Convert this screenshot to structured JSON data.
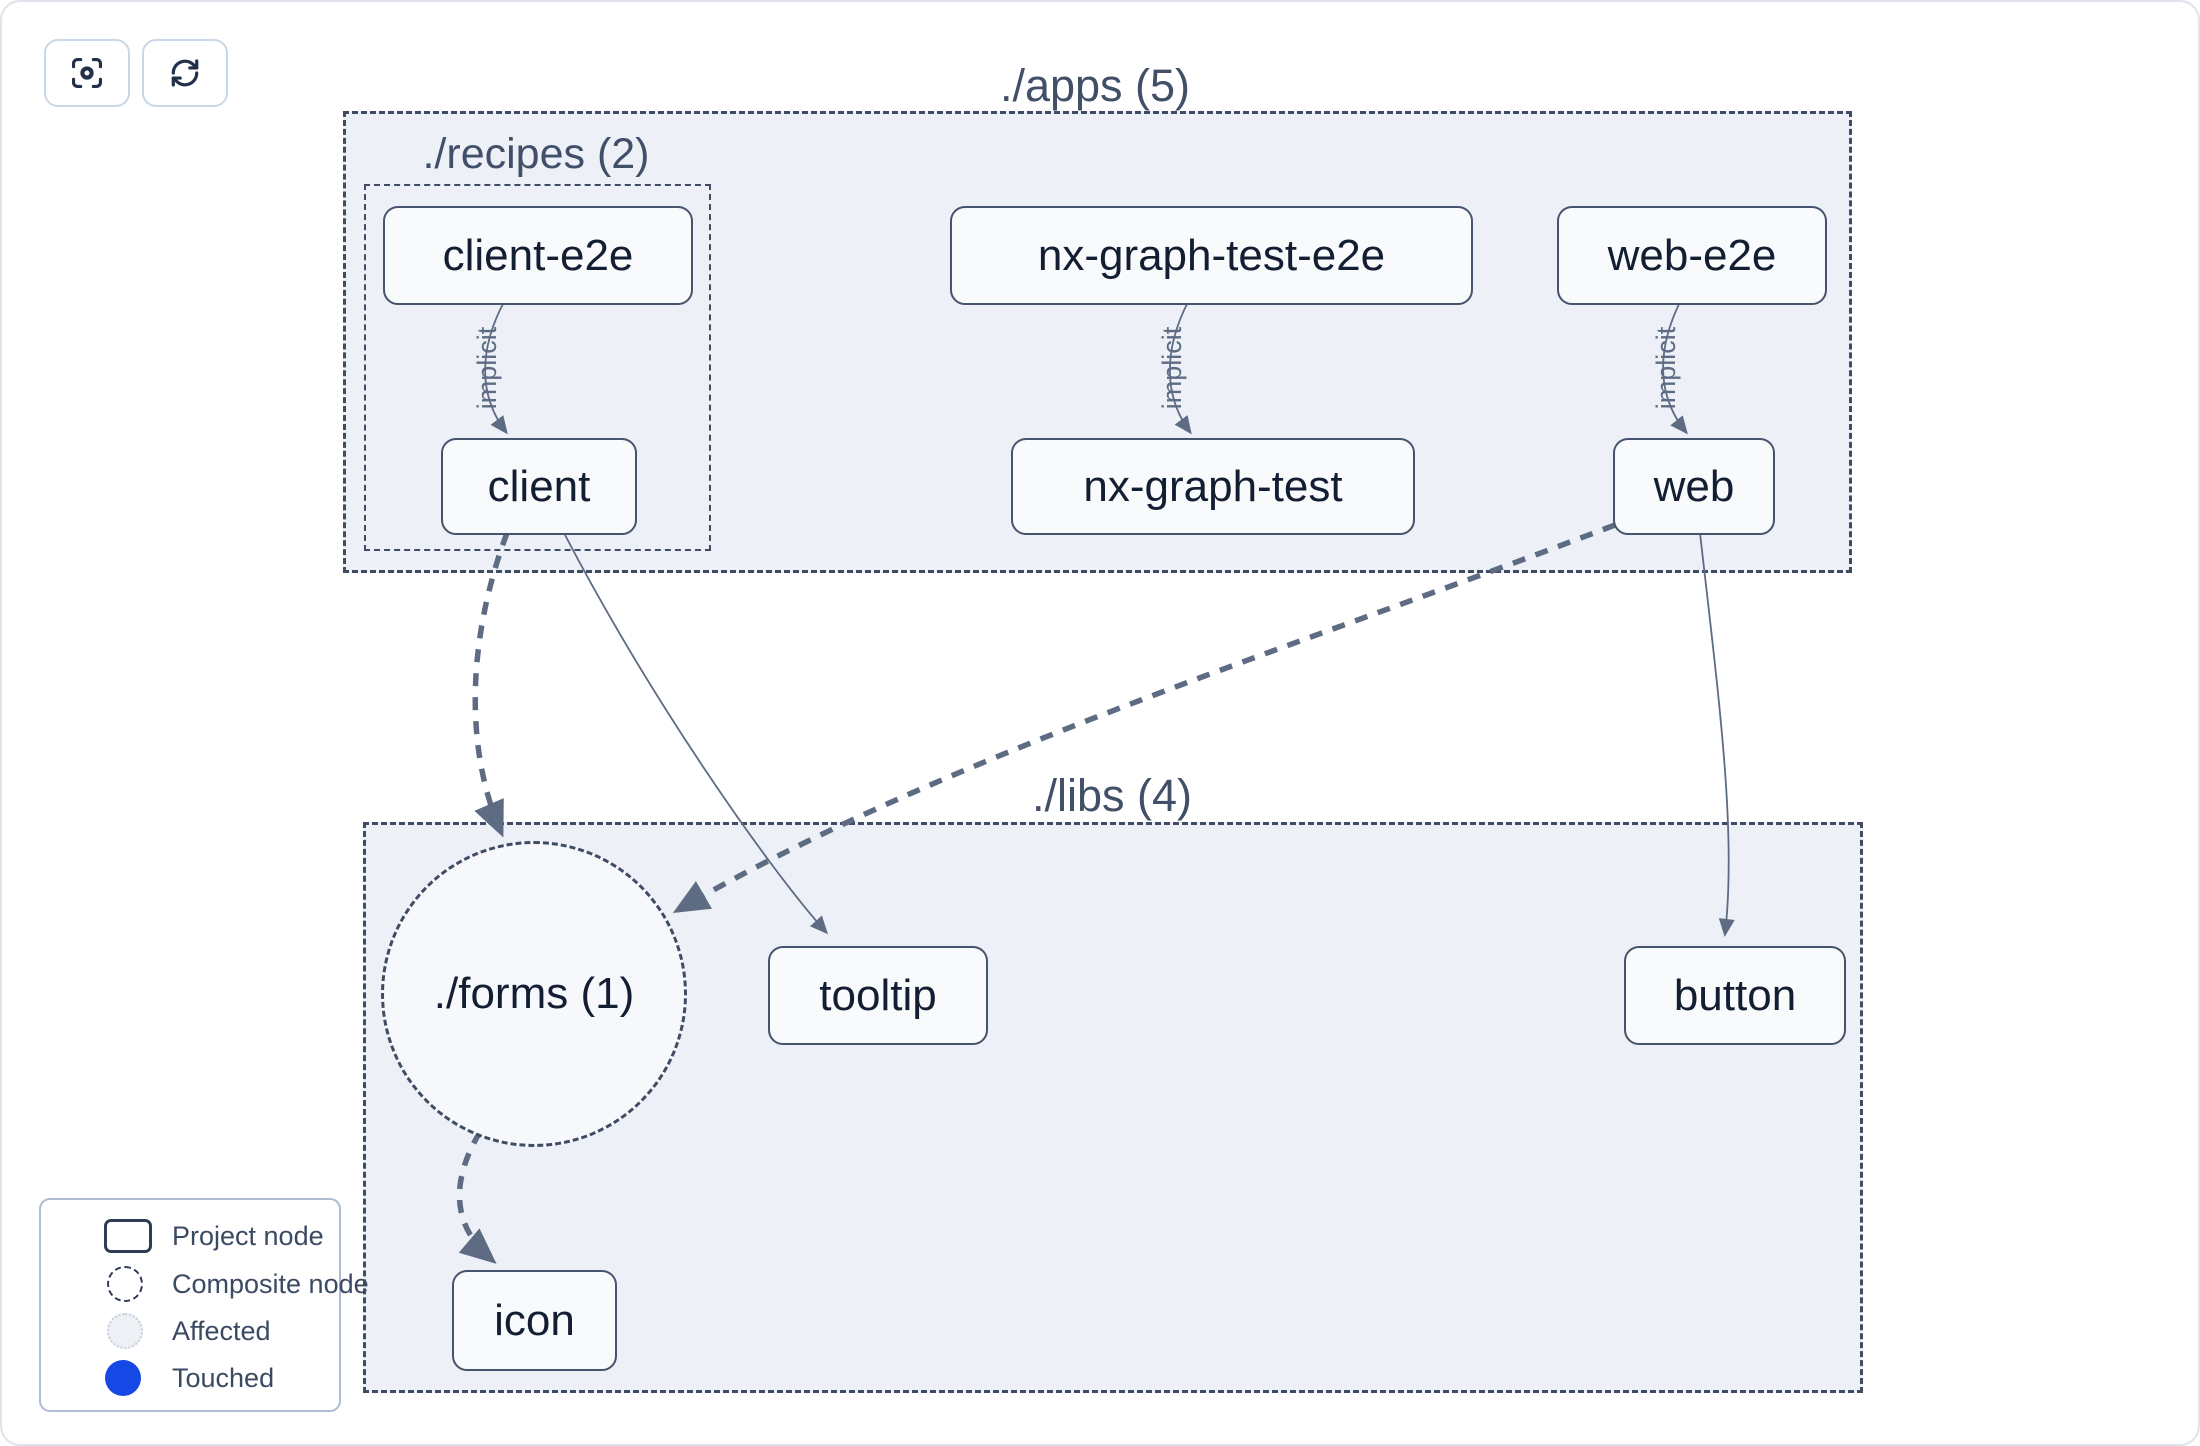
{
  "toolbar": {
    "buttons": [
      {
        "name": "focus-button",
        "icon": "focus-icon"
      },
      {
        "name": "refresh-button",
        "icon": "refresh-icon"
      }
    ]
  },
  "graph": {
    "groups": [
      {
        "id": "apps",
        "label": "./apps (5)"
      },
      {
        "id": "recipes",
        "label": "./recipes (2)"
      },
      {
        "id": "libs",
        "label": "./libs (4)"
      }
    ],
    "composite_nodes": [
      {
        "id": "forms",
        "label": "./forms (1)"
      }
    ],
    "nodes": [
      {
        "id": "client-e2e",
        "label": "client-e2e"
      },
      {
        "id": "nx-graph-test-e2e",
        "label": "nx-graph-test-e2e"
      },
      {
        "id": "web-e2e",
        "label": "web-e2e"
      },
      {
        "id": "client",
        "label": "client"
      },
      {
        "id": "nx-graph-test",
        "label": "nx-graph-test"
      },
      {
        "id": "web",
        "label": "web"
      },
      {
        "id": "tooltip",
        "label": "tooltip"
      },
      {
        "id": "button",
        "label": "button"
      },
      {
        "id": "icon",
        "label": "icon"
      }
    ],
    "edges": [
      {
        "from": "client-e2e",
        "to": "client",
        "label": "implicit",
        "style": "implicit-thin"
      },
      {
        "from": "nx-graph-test-e2e",
        "to": "nx-graph-test",
        "label": "implicit",
        "style": "implicit-thin"
      },
      {
        "from": "web-e2e",
        "to": "web",
        "label": "implicit",
        "style": "implicit-thin"
      },
      {
        "from": "client",
        "to": "./forms (1)",
        "label": "",
        "style": "thick-dashed"
      },
      {
        "from": "web",
        "to": "./forms (1)",
        "label": "",
        "style": "thick-dashed"
      },
      {
        "from": "./forms (1)",
        "to": "icon",
        "label": "",
        "style": "thick-dashed"
      },
      {
        "from": "client",
        "to": "tooltip",
        "label": "",
        "style": "thin-solid"
      },
      {
        "from": "web",
        "to": "button",
        "label": "",
        "style": "thin-solid"
      }
    ]
  },
  "legend": {
    "items": [
      {
        "label": "Project node",
        "swatch": "project-node-swatch"
      },
      {
        "label": "Composite node",
        "swatch": "composite-node-swatch"
      },
      {
        "label": "Affected",
        "swatch": "affected-swatch"
      },
      {
        "label": "Touched",
        "swatch": "touched-swatch"
      }
    ]
  },
  "colors": {
    "container_fill": "#edf1f7",
    "node_fill": "#f8fafc",
    "outline": "#3f4c64",
    "edge": "#5d6b83",
    "node_text": "#141e33",
    "group_label": "#424f69",
    "touched_blue": "#1548e5",
    "affected_fill": "#edf0f5"
  }
}
